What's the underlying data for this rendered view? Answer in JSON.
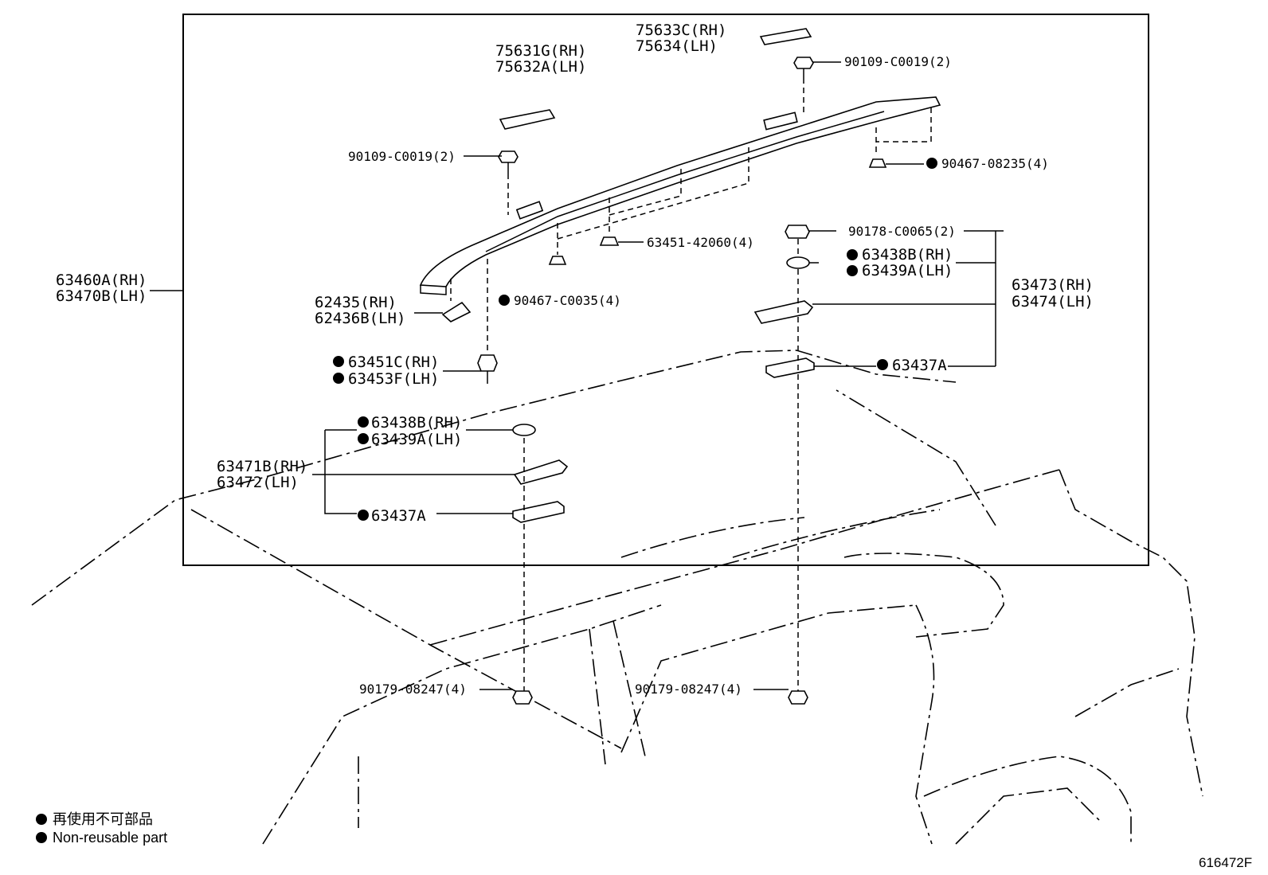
{
  "diagram": {
    "figure_code": "616472F",
    "legend": {
      "jp": "再使用不可部品",
      "en": "Non-reusable part"
    },
    "labels": {
      "rail_main": [
        "63460A(RH)",
        "63470B(LH)"
      ],
      "cover_front": [
        "75631G(RH)",
        "75632A(LH)"
      ],
      "cover_rear": [
        "75633C(RH)",
        "75634(LH)"
      ],
      "bolt_front": "90109-C0019(2)",
      "bolt_rear": "90109-C0019(2)",
      "clip_rear": "90467-08235(4)",
      "nut_mid": "63451-42060(4)",
      "clip_mid": "90467-C0035(4)",
      "end_cover": [
        "62435(RH)",
        "62436B(LH)"
      ],
      "stud": [
        "63451C(RH)",
        "63453F(LH)"
      ],
      "nut_rear": "90178-C0065(2)",
      "pad_rear": [
        "63438B(RH)",
        "63439A(LH)"
      ],
      "leg_rear": [
        "63473(RH)",
        "63474(LH)"
      ],
      "gasket_rear": "63437A",
      "pad_front": [
        "63438B(RH)",
        "63439A(LH)"
      ],
      "leg_front": [
        "63471B(RH)",
        "63472(LH)"
      ],
      "gasket_front": "63437A",
      "nut_bottom_left": "90179-08247(4)",
      "nut_bottom_right": "90179-08247(4)"
    }
  }
}
